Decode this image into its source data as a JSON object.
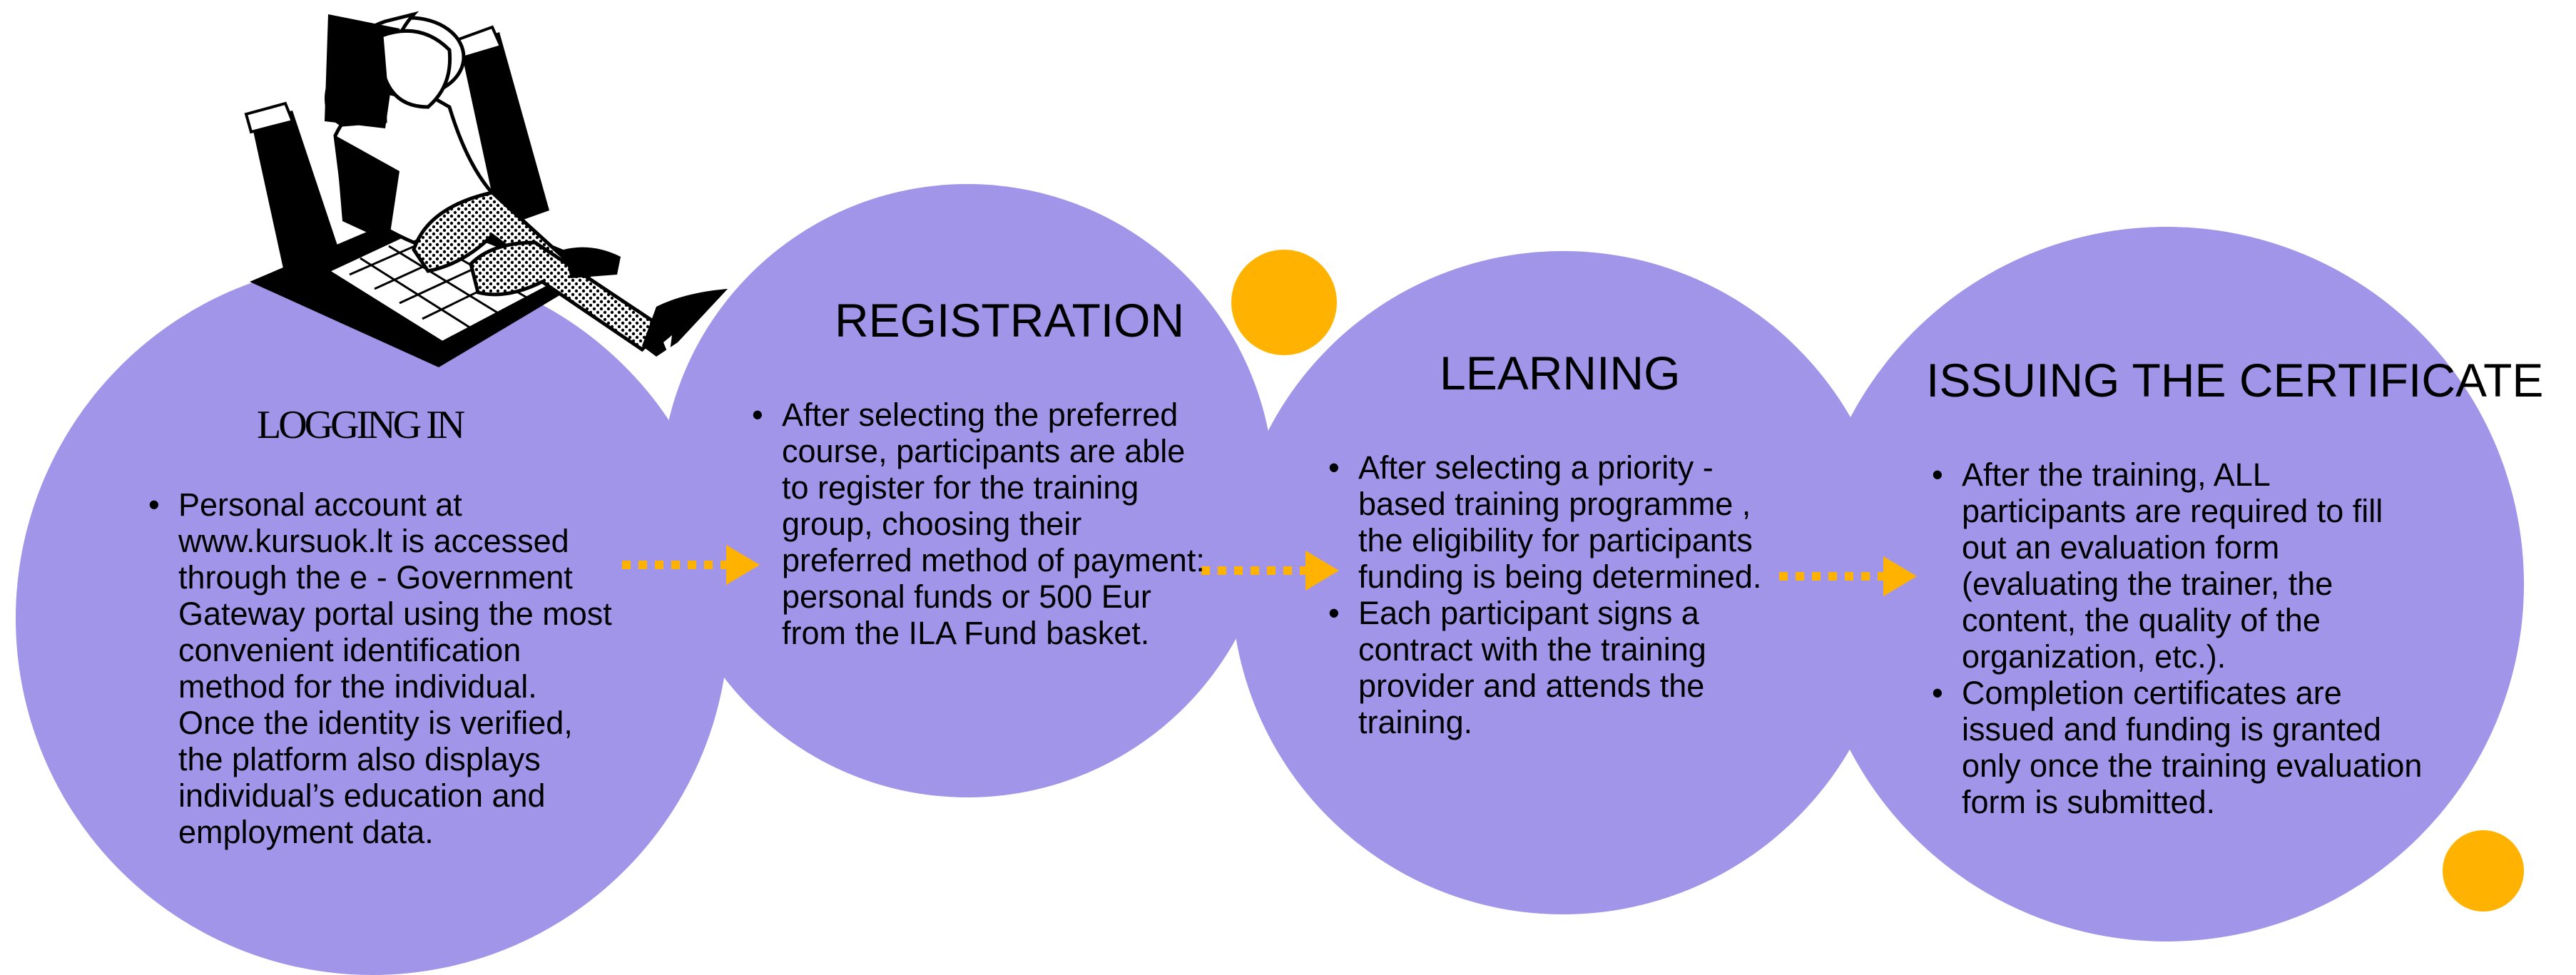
{
  "colors": {
    "circle_fill": "#a095e8",
    "accent_orange": "#ffb300",
    "text": "#000000"
  },
  "steps": [
    {
      "title": "LOGGING IN",
      "bullets": [
        "Personal account at www.kursuok.lt is accessed through the e - Government Gateway portal using the most convenient identification method for the individual.  Once the identity is verified, the platform also displays individual’s education and employment data."
      ]
    },
    {
      "title": "REGISTRATION",
      "bullets": [
        "After selecting the preferred course, participants are able to register for the training group, choosing their preferred method of payment: personal funds or 500  Eur from the ILA Fund basket."
      ]
    },
    {
      "title": "LEARNING",
      "bullets": [
        "After selecting a priority  - based training programme , the eligibility for participants funding is being determined.",
        "Each participant signs a contract with the training provider and attends the training."
      ]
    },
    {
      "title": "ISSUING THE CERTIFICATE",
      "bullets": [
        "After the training, ALL participants are required to fill out an evaluation form (evaluating the trainer, the content, the quality of the organization, etc.).",
        "Completion certificates are issued and funding is granted only once the training evaluation form is submitted."
      ]
    }
  ],
  "icons": {
    "arrow": "dotted-right-arrow",
    "illustration": "person-relaxing-with-laptop"
  }
}
